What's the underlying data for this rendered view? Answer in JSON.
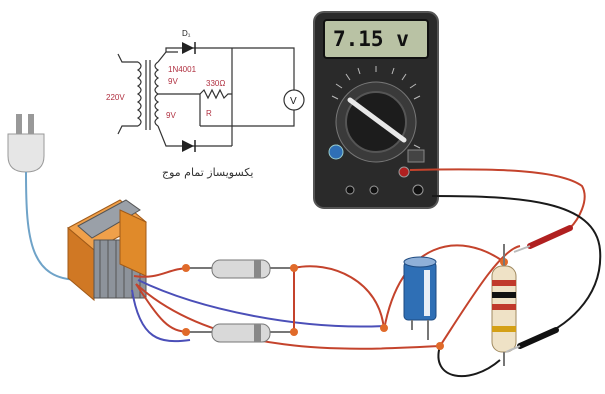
{
  "meter": {
    "reading": "7.15  v"
  },
  "schematic": {
    "diode_top": "D₁",
    "diode_part": "1N4001",
    "secondary_top": "9V",
    "primary": "220V",
    "secondary_bottom": "9V",
    "resistor_value": "330Ω",
    "resistor_name": "R",
    "voltmeter_symbol": "V",
    "caption": "یکسویساز تمام موج"
  },
  "colors": {
    "wire_red": "#c4432c",
    "wire_blue": "#4b4fb8",
    "wire_black": "#1a1a1a",
    "meter_body": "#2a2a2a",
    "lcd": "#b9c2a4",
    "capacitor": "#2f6fb5",
    "transformer": "#e08a2a"
  }
}
